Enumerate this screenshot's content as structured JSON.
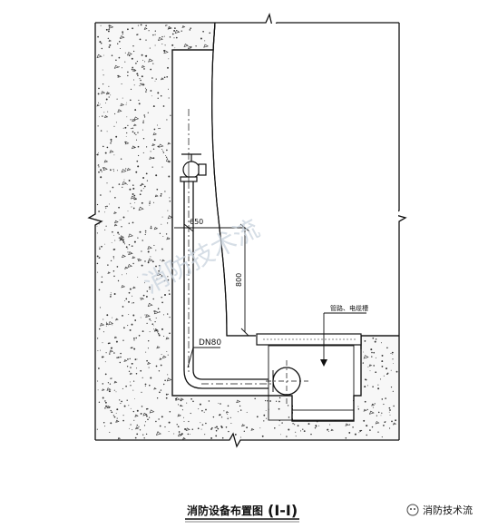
{
  "drawing": {
    "title": "消防设备布置图",
    "section_mark": "(I-I)",
    "pipe_label": "DN80",
    "offset_dim": "650",
    "height_dim": "800",
    "trench_label": "管路、电缆槽",
    "watermark": "消防技术流",
    "badge_text": "消防技术流"
  },
  "colors": {
    "line": "#111111",
    "concrete_fill": "#f4f4f4",
    "watermark": "#c9d3de"
  }
}
